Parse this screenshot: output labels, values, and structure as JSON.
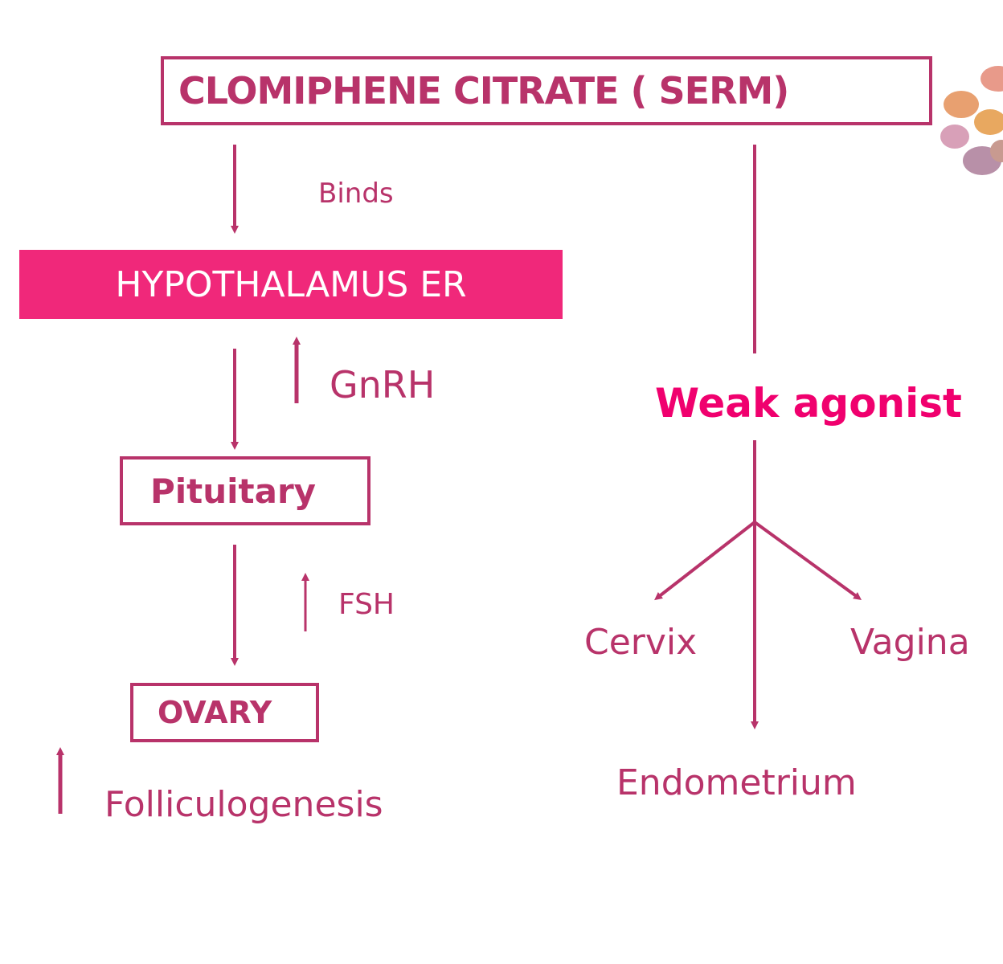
{
  "colors": {
    "accent": "#b8336a",
    "highlight_fill": "#f0287a",
    "weak_agonist": "#f0006e"
  },
  "nodes": {
    "drug": "CLOMIPHENE CITRATE ( SERM)",
    "hypothalamus": "HYPOTHALAMUS ER",
    "pituitary": "Pituitary",
    "ovary": "OVARY"
  },
  "labels": {
    "binds": "Binds",
    "gnrh": "GnRH",
    "fsh": "FSH",
    "folliculogenesis": "Folliculogenesis",
    "weak_agonist": "Weak agonist",
    "cervix": "Cervix",
    "vagina": "Vagina",
    "endometrium": "Endometrium"
  }
}
